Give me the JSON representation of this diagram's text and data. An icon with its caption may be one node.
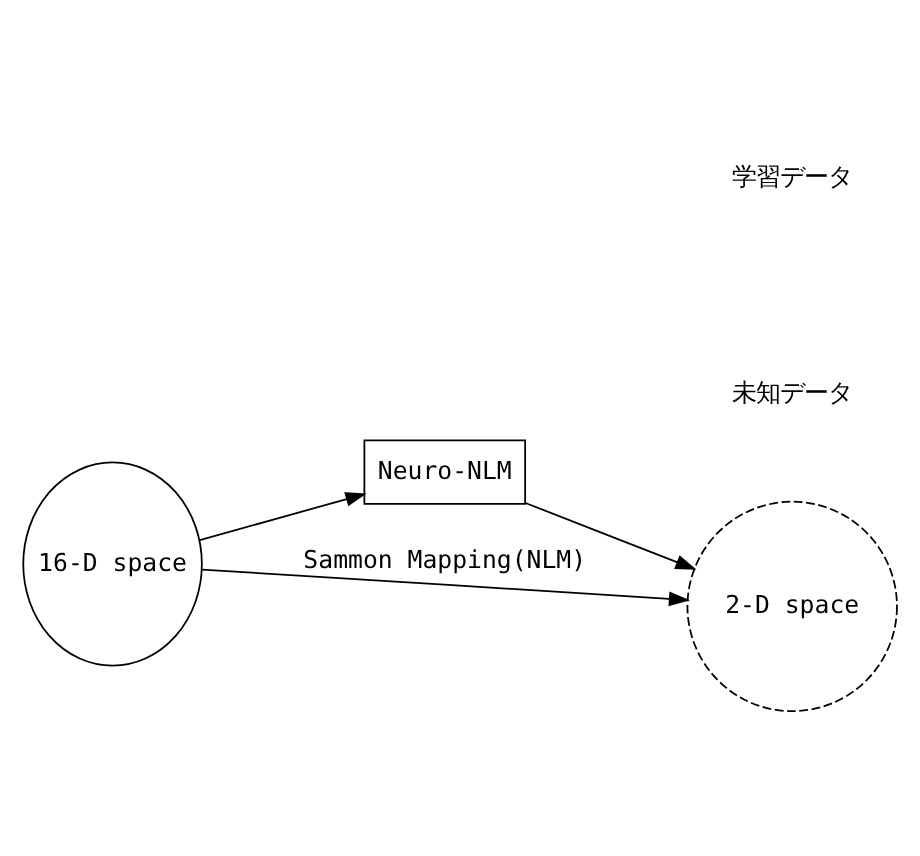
{
  "diagram": {
    "nodes": [
      {
        "text": [
          "16-D space"
        ]
      },
      {
        "text": [
          "Neuro-NLM"
        ]
      },
      {
        "text": [
          "2-D space"
        ]
      }
    ],
    "edges": [
      {
        "from": 0,
        "to": 2,
        "arrow": "to",
        "label": "Sammon Mapping(NLM)"
      },
      {
        "from": 0,
        "to": 1,
        "arrow": "to"
      },
      {
        "from": 1,
        "to": 2,
        "arrow": "to"
      }
    ],
    "legend": [
      {
        "text": "学習データ"
      },
      {
        "text": "未知データ"
      }
    ]
  }
}
